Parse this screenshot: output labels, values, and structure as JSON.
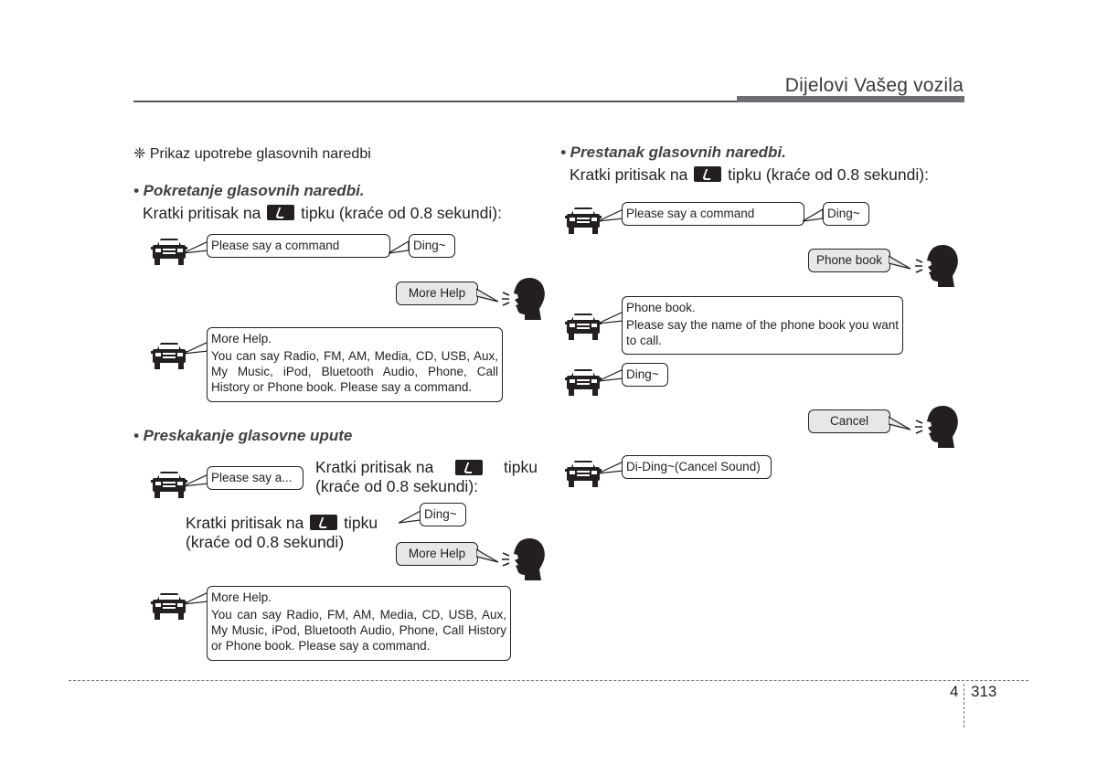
{
  "header": {
    "title": "Dijelovi Vašeg vozila"
  },
  "note": "❈ Prikaz upotrebe glasovnih naredbi",
  "key_icon": "phone-talk-key-icon",
  "press_before": "Kratki pritisak na",
  "press_after": "tipku (kraće od 0.8 sekundi):",
  "press_after_short": "tipku",
  "press_paren_colon": "(kraće od 0.8 sekundi):",
  "press_paren": "(kraće od 0.8 sekundi)",
  "sections": {
    "start": "• Pokretanje glasovnih naredbi.",
    "skip": "• Preskakanje glasovne upute",
    "stop": "• Prestanak glasovnih naredbi."
  },
  "bubbles": {
    "please_say": "Please say a command",
    "please_say_short": "Please say a...",
    "ding": "Ding~",
    "more_help_btn": "More Help",
    "more_help_title": "More Help.",
    "more_help_text": "You can say Radio, FM, AM, Media, CD, USB, Aux, My Music, iPod, Bluetooth Audio, Phone, Call History or Phone book. Please say a command.",
    "phone_book_btn": "Phone book",
    "phone_book_title": "Phone book.",
    "phone_book_text": "Please say the name of the phone book you want to call.",
    "cancel_btn": "Cancel",
    "di_ding": "Di-Ding~(Cancel Sound)"
  },
  "footer": {
    "chapter": "4",
    "page": "313"
  }
}
